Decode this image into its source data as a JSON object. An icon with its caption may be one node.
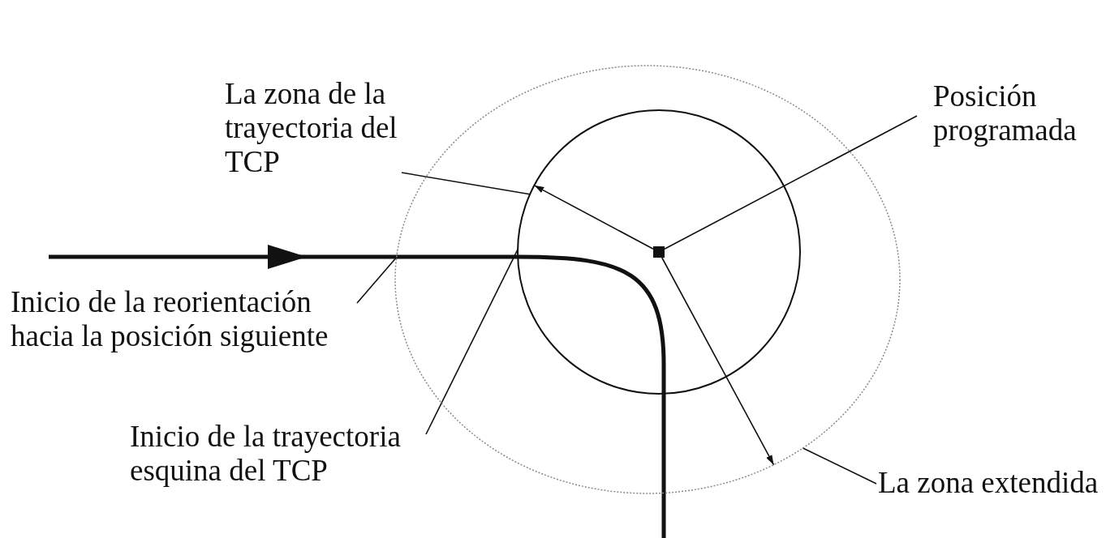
{
  "diagram": {
    "nodes": [
      {
        "text": [],
        "shape": "circle"
      },
      {
        "text": [],
        "shape": "circle",
        "in": 0
      },
      {
        "text": [],
        "shape": "box",
        "in": 1
      },
      {
        "text": [
          "La zona de la trayectoria del TCP"
        ]
      },
      {
        "text": [
          "Posición programada"
        ]
      },
      {
        "text": [
          "Inicio de la reorientación hacia la posición siguiente"
        ]
      },
      {
        "text": [
          "Inicio de la trayectoria esquina del TCP"
        ]
      },
      {
        "text": [
          "La zona extendida"
        ]
      }
    ],
    "edges": [
      {
        "from": 3,
        "to": 1,
        "arrow": "none"
      },
      {
        "from": 4,
        "to": 2,
        "arrow": "none"
      },
      {
        "from": 2,
        "to": 1,
        "arrow": "to"
      },
      {
        "from": 2,
        "to": 0,
        "arrow": "to"
      },
      {
        "from": 5,
        "to": 0,
        "arrow": "none"
      },
      {
        "from": 6,
        "to": 1,
        "arrow": "none"
      },
      {
        "from": 7,
        "to": 0,
        "arrow": "none"
      }
    ]
  }
}
